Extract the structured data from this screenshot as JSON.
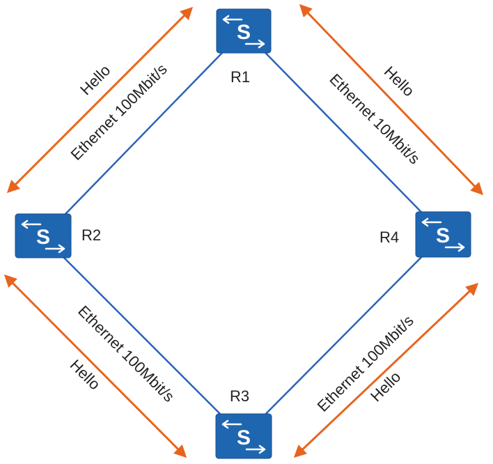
{
  "colors": {
    "link": "#2a62b8",
    "hello_arrow": "#e8641e",
    "switch_fill": "#1f66b1",
    "switch_stroke": "#1a4f8a",
    "switch_glyph": "#ffffff"
  },
  "routers": [
    {
      "id": "R1",
      "label": "R1",
      "icon": "switch-icon",
      "glyph": "S"
    },
    {
      "id": "R2",
      "label": "R2",
      "icon": "switch-icon",
      "glyph": "S"
    },
    {
      "id": "R3",
      "label": "R3",
      "icon": "switch-icon",
      "glyph": "S"
    },
    {
      "id": "R4",
      "label": "R4",
      "icon": "switch-icon",
      "glyph": "S"
    }
  ],
  "links": [
    {
      "from": "R1",
      "to": "R2",
      "label": "Ethernet 100Mbit/s",
      "hello": "Hello"
    },
    {
      "from": "R1",
      "to": "R4",
      "label": "Ethernet 10Mbit/s",
      "hello": "Hello"
    },
    {
      "from": "R2",
      "to": "R3",
      "label": "Ethernet 100Mbit/s",
      "hello": "Hello"
    },
    {
      "from": "R3",
      "to": "R4",
      "label": "Ethernet 100Mbit/s",
      "hello": "Hello"
    }
  ]
}
